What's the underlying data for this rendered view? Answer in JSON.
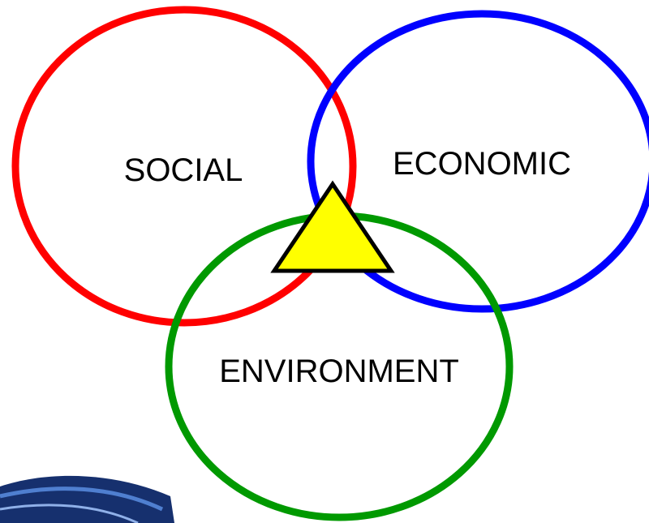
{
  "diagram": {
    "circles": [
      {
        "id": "social",
        "label": "SOCIAL",
        "color": "#ff0000"
      },
      {
        "id": "economic",
        "label": "ECONOMIC",
        "color": "#0000ff"
      },
      {
        "id": "environment",
        "label": "ENVIRONMENT",
        "color": "#009900"
      }
    ],
    "center_triangle": {
      "fill": "#ffff00",
      "stroke": "#000000"
    },
    "corner_decoration": {
      "color": "#1a3a8a"
    }
  }
}
